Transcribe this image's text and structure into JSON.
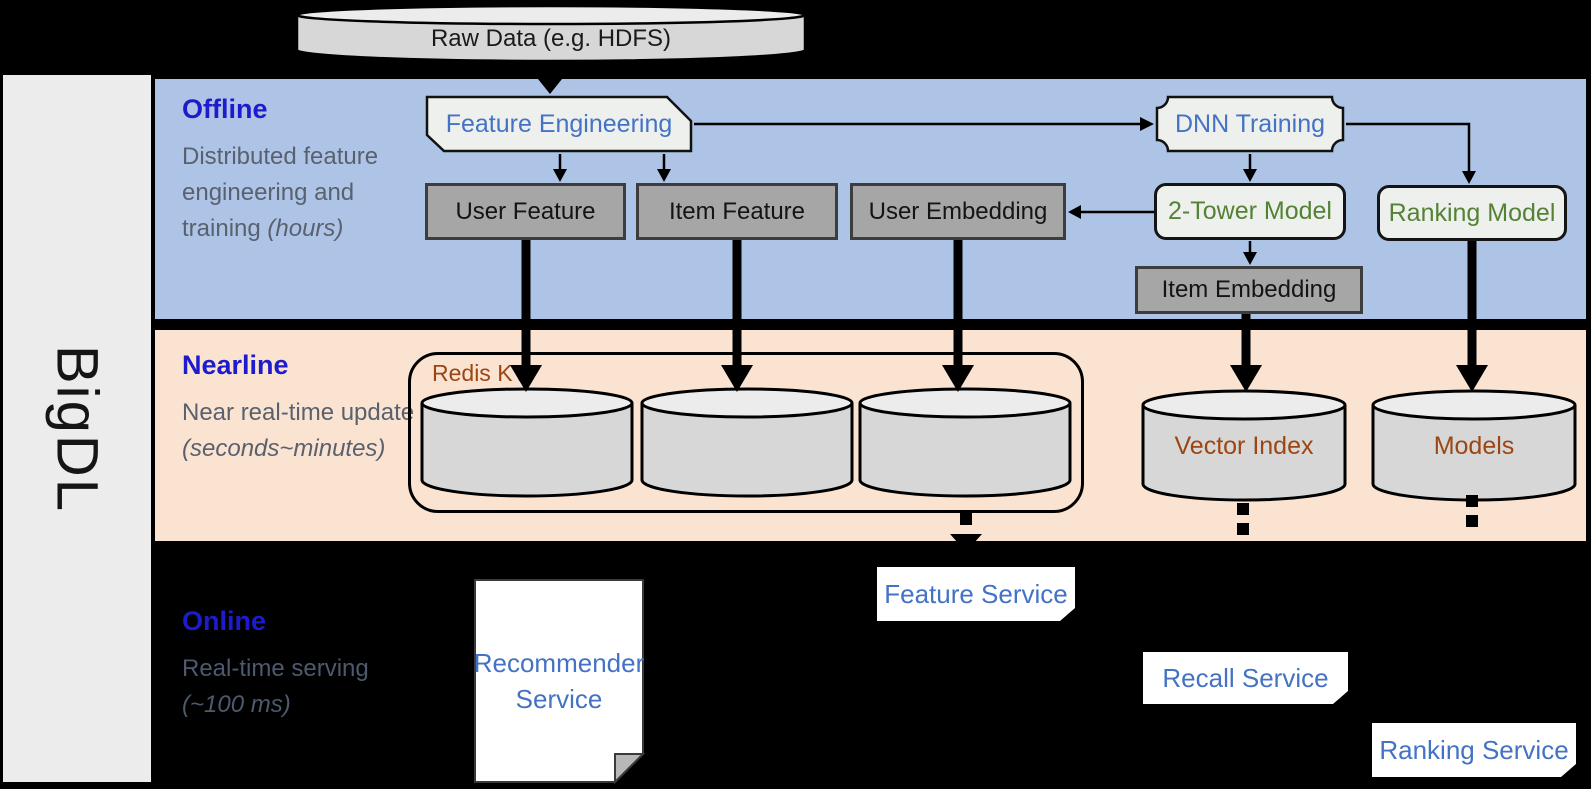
{
  "brand": "BigDL",
  "datastore_top": {
    "label": "Raw Data (e.g. HDFS)"
  },
  "sections": {
    "offline": {
      "title": "Offline",
      "description": "Distributed feature engineering and training",
      "description_italic": "(hours)"
    },
    "nearline": {
      "title": "Nearline",
      "description": "Near real-time update",
      "description_italic": "(seconds~minutes)"
    },
    "online": {
      "title": "Online",
      "description": "Real-time serving",
      "description_italic": "(~100 ms)"
    }
  },
  "nodes": {
    "feature_engineering": "Feature Engineering",
    "dnn_training": "DNN Training",
    "user_feature": "User Feature",
    "item_feature": "Item Feature",
    "user_embedding": "User Embedding",
    "two_tower_model": "2-Tower Model",
    "ranking_model": "Ranking Model",
    "item_embedding": "Item Embedding",
    "redis_kv": "Redis KV",
    "vector_index": "Vector Index",
    "models": "Models",
    "feature_service": "Feature Service",
    "recall_service": "Recall Service",
    "ranking_service": "Ranking Service",
    "recommender_service": "Recommender Service"
  },
  "colors": {
    "background": "#000000",
    "offline_band": "#aec4e6",
    "nearline_band": "#fbe3d2",
    "sidebar_gray": "#ececec",
    "section_title_blue": "#1c1ccc",
    "node_text_blue": "#4472c4",
    "node_text_green": "#548235",
    "store_text_brown": "#9c4613",
    "description_gray": "#59616e",
    "gray_box": "#a6a6a6",
    "light_box": "#eef0ee",
    "cylinder_body": "#d7d7d7",
    "cylinder_top": "#ececec"
  }
}
